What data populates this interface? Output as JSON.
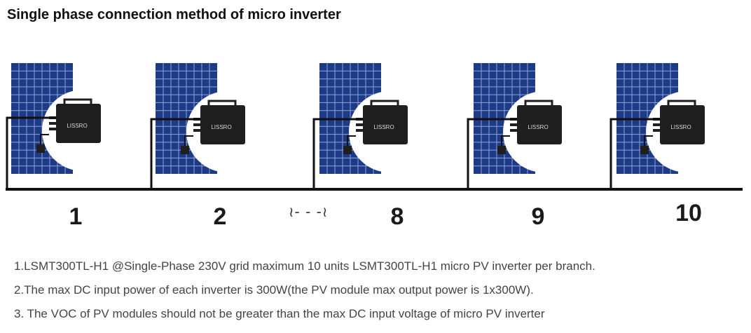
{
  "title": "Single phase connection method of micro inverter",
  "colors": {
    "panel_fill": "#1d3a86",
    "panel_grid": "#8fa3d6",
    "inverter_body": "#1f1f1f",
    "inverter_label": "#d8d8d8",
    "wire": "#111111",
    "background": "#ffffff"
  },
  "units": [
    {
      "number": "1",
      "brand": "LISSRO"
    },
    {
      "number": "2",
      "brand": "LISSRO"
    },
    {
      "number": "8",
      "brand": "LISSRO"
    },
    {
      "number": "9",
      "brand": "LISSRO"
    },
    {
      "number": "10",
      "brand": "LISSRO"
    }
  ],
  "ellipsis": "≀- - -≀",
  "notes": [
    "1.LSMT300TL-H1 @Single-Phase 230V grid maximum 10 units LSMT300TL-H1 micro PV inverter per branch.",
    "2.The max DC input power of each inverter is 300W(the PV module max output power is 1x300W).",
    "3. The VOC of PV modules should not be greater than the max DC input voltage of micro PV inverter"
  ]
}
